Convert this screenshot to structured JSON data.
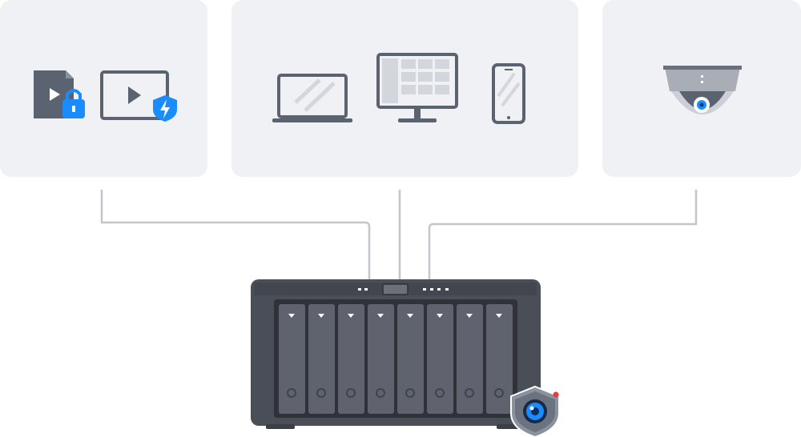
{
  "diagram": {
    "groups": [
      {
        "id": "protected-media",
        "icons": [
          "video-file-lock-icon",
          "video-player-shield-icon"
        ]
      },
      {
        "id": "client-devices",
        "icons": [
          "laptop-icon",
          "desktop-monitor-icon",
          "smartphone-icon"
        ]
      },
      {
        "id": "surveillance",
        "icons": [
          "dome-camera-icon"
        ]
      }
    ],
    "hub": {
      "icon": "nas-server-icon",
      "drive_bays": 8,
      "badge": "surveillance-shield-icon"
    },
    "colors": {
      "card_background": "#f0f1f4",
      "icon_dark": "#5b6270",
      "accent_blue": "#1a8cff",
      "connector_line": "#c4c6cb",
      "nas_body": "#4a4e57",
      "nas_bay": "#5e636d"
    }
  }
}
